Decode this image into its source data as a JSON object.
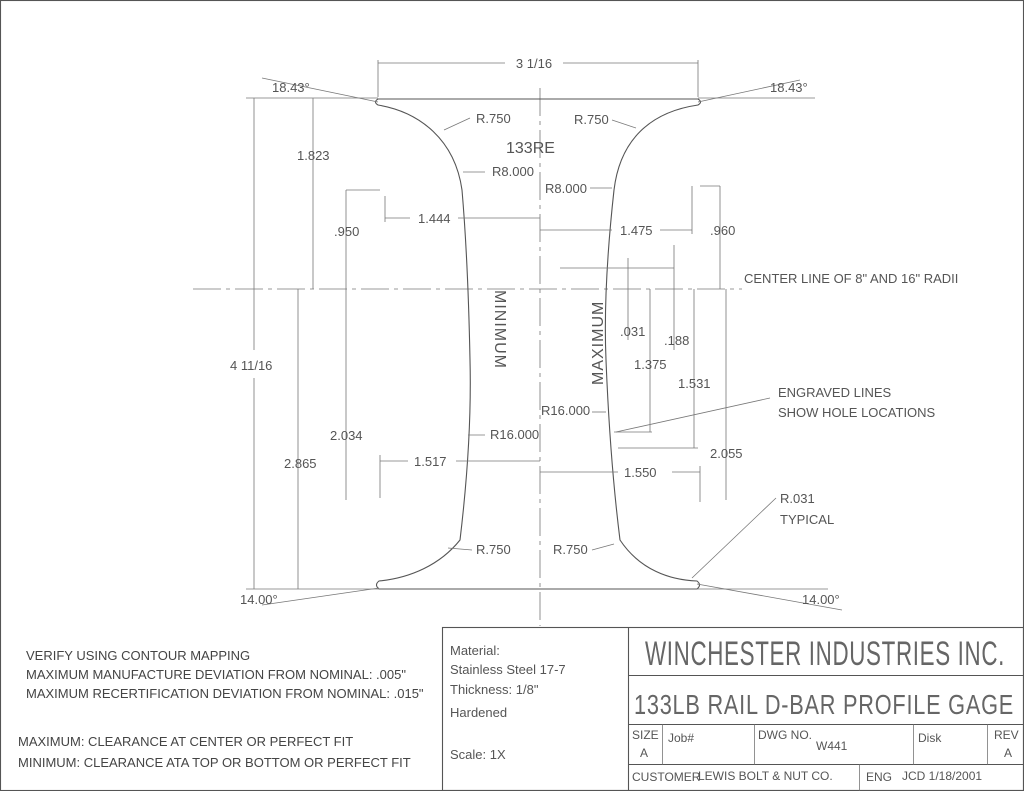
{
  "profile": {
    "label": "133RE",
    "minimum_label": "MINIMUM",
    "maximum_label": "MAXIMUM"
  },
  "dimensions": {
    "top_width": "3 1/16",
    "angle_top_left": "18.43°",
    "angle_top_right": "18.43°",
    "angle_bottom_left": "14.00°",
    "angle_bottom_right": "14.00°",
    "r_top_left": "R.750",
    "r_top_right": "R.750",
    "r8_left": "R8.000",
    "r8_right": "R8.000",
    "d_1823": "1.823",
    "d_950": ".950",
    "d_1444": "1.444",
    "d_1475": "1.475",
    "d_960": ".960",
    "center_line_note": "CENTER LINE OF 8\" AND 16\" RADII",
    "d_031": ".031",
    "d_188": ".188",
    "d_1375": "1.375",
    "d_1531": "1.531",
    "height": "4 11/16",
    "engraved_line1": "ENGRAVED LINES",
    "engraved_line2": "SHOW HOLE LOCATIONS",
    "r16_right": "R16.000",
    "r16_left": "R16.000",
    "d_2034": "2.034",
    "d_2865": "2.865",
    "d_1517": "1.517",
    "d_1550": "1.550",
    "d_2055": "2.055",
    "r031_line1": "R.031",
    "r031_line2": "TYPICAL",
    "r_bottom_left": "R.750",
    "r_bottom_right": "R.750"
  },
  "notes": {
    "line1": "VERIFY USING CONTOUR MAPPING",
    "line2": "MAXIMUM MANUFACTURE DEVIATION FROM NOMINAL: .005\"",
    "line3": "MAXIMUM RECERTIFICATION DEVIATION FROM NOMINAL: .015\"",
    "line4": "MAXIMUM: CLEARANCE AT CENTER OR PERFECT FIT",
    "line5": "MINIMUM: CLEARANCE ATA TOP OR BOTTOM OR PERFECT FIT"
  },
  "title_block": {
    "material_label": "Material:",
    "material": "Stainless Steel 17-7",
    "thickness": "Thickness: 1/8\"",
    "hardened": "Hardened",
    "scale": "Scale: 1X",
    "company": "WINCHESTER INDUSTRIES INC.",
    "title": "133LB RAIL D-BAR PROFILE GAGE",
    "size_label": "SIZE",
    "size_value": "A",
    "job_label": "Job#",
    "dwg_label": "DWG NO.",
    "dwg_value": "W441",
    "disk_label": "Disk",
    "rev_label": "REV",
    "rev_value": "A",
    "customer_label": "CUSTOMER",
    "customer_value": "LEWIS BOLT & NUT CO.",
    "eng_label": "ENG",
    "eng_value": "JCD  1/18/2001"
  }
}
